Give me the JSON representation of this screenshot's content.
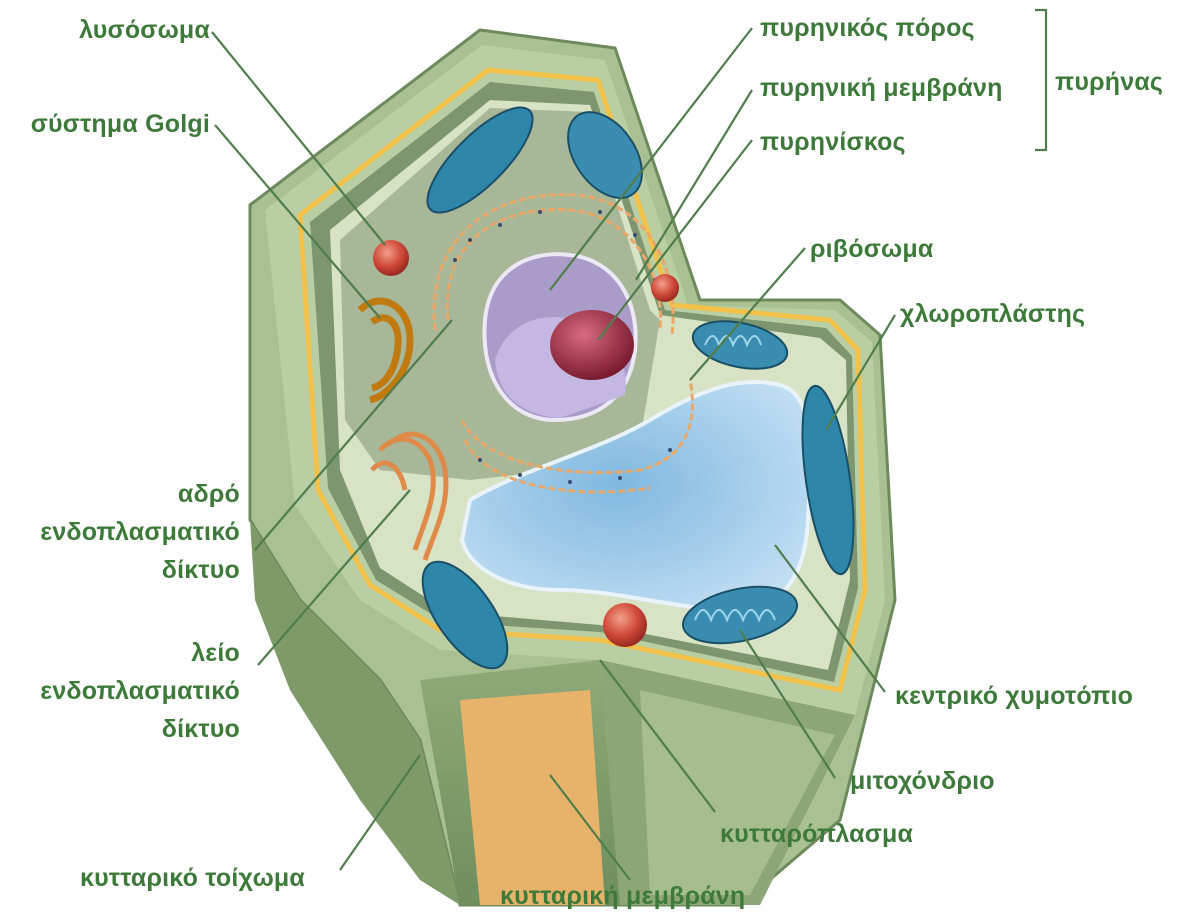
{
  "diagram": {
    "subject": "plant-cell",
    "colors": {
      "label_text": "#3d7a3a",
      "leader_line": "#4f7d4c",
      "cell_wall": "#9fb78a",
      "cytoplasm": "#d4dfc0",
      "vacuole": "#a9cfea",
      "nucleus": "#b9acd8",
      "nucleolus": "#a8344a",
      "chloroplast": "#2e86a8",
      "golgi": "#d08a1a",
      "lysosome": "#d04a3a",
      "er": "#e7a86a"
    },
    "labels": {
      "lysosome": "λυσόσωμα",
      "golgi": "σύστημα Golgi",
      "nuclear_pore": "πυρηνικός πόρος",
      "nuclear_membrane": "πυρηνική μεμβράνη",
      "nucleolus": "πυρηνίσκος",
      "nucleus": "πυρήνας",
      "ribosome": "ριβόσωμα",
      "chloroplast": "χλωροπλάστης",
      "rough_er_1": "αδρό",
      "rough_er_2": "ενδοπλασματικό",
      "rough_er_3": "δίκτυο",
      "smooth_er_1": "λείο",
      "smooth_er_2": "ενδοπλασματικό",
      "smooth_er_3": "δίκτυο",
      "central_vacuole": "κεντρικό χυμοτόπιο",
      "mitochondrion": "μιτοχόνδριο",
      "cytoplasm": "κυτταρόπλασμα",
      "cell_wall": "κυτταρικό τοίχωμα",
      "cell_membrane": "κυτταρική μεμβράνη"
    }
  }
}
